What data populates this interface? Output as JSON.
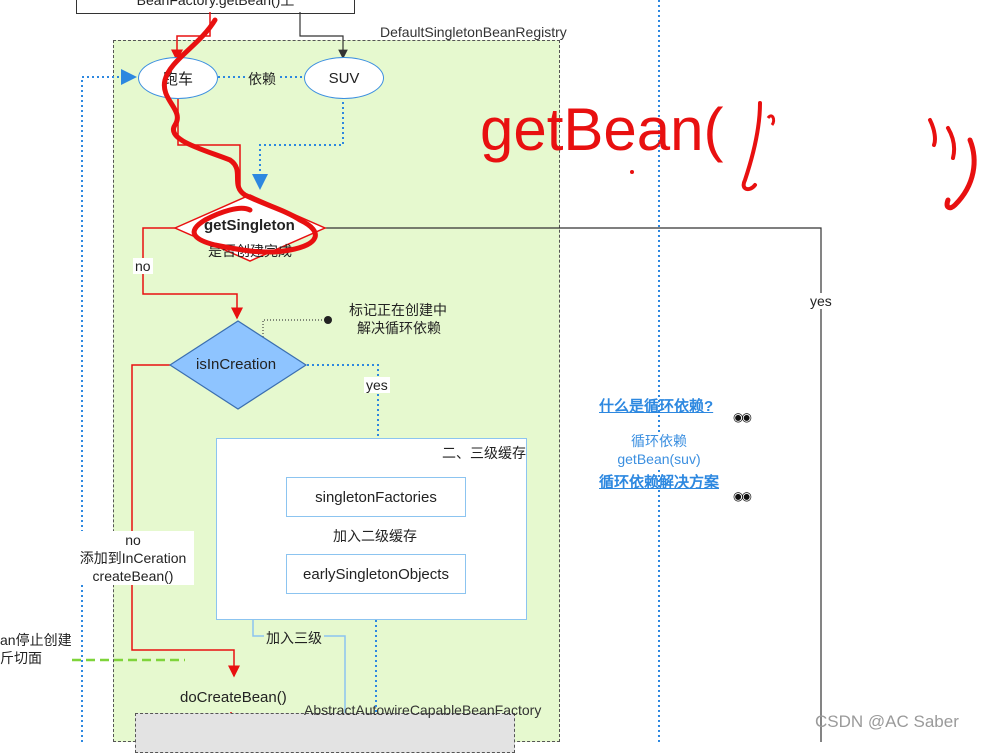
{
  "top_box": {
    "label": "BeanFactory.getBean()上"
  },
  "registry": {
    "label": "DefaultSingletonBeanRegistry"
  },
  "nodes": {
    "paoche": "跑车",
    "yilai": "依赖",
    "suv": "SUV",
    "get_singleton_title": "getSingleton",
    "get_singleton_sub": "是否创建完成",
    "is_in_creation": "isInCreation",
    "singleton_factories": "singletonFactories",
    "early_singleton_objects": "earlySingletonObjects",
    "do_create_bean": "doCreateBean()"
  },
  "edges": {
    "no_top": "no",
    "yes_right": "yes",
    "yes_mid": "yes",
    "join_second": "加入二级缓存",
    "join_third": "加入三级",
    "no_bottom_line1": "no",
    "no_bottom_line2": "添加到InCeration",
    "no_bottom_line3": "createBean()"
  },
  "note": {
    "line1": "标记正在创建中",
    "line2": "解决循环依赖"
  },
  "cache_title": "二、三级缓存",
  "left_cut": {
    "line1": "an停止创建",
    "line2": "斤切面"
  },
  "factory_label": "AbstractAutowireCapableBeanFactory",
  "links": {
    "what_is": "什么是循环依赖?",
    "cycle_text_1": "循环依赖",
    "cycle_text_2": "getBean(suv)",
    "solution": "循环依赖解决方案"
  },
  "annotation": {
    "text": "getBean("
  },
  "watermark": "CSDN @AC Saber",
  "colors": {
    "accent_red": "#e81010",
    "light_green": "#e6f9cf",
    "diamond_blue": "#8ec4ff",
    "link_blue": "#2d88e0"
  }
}
